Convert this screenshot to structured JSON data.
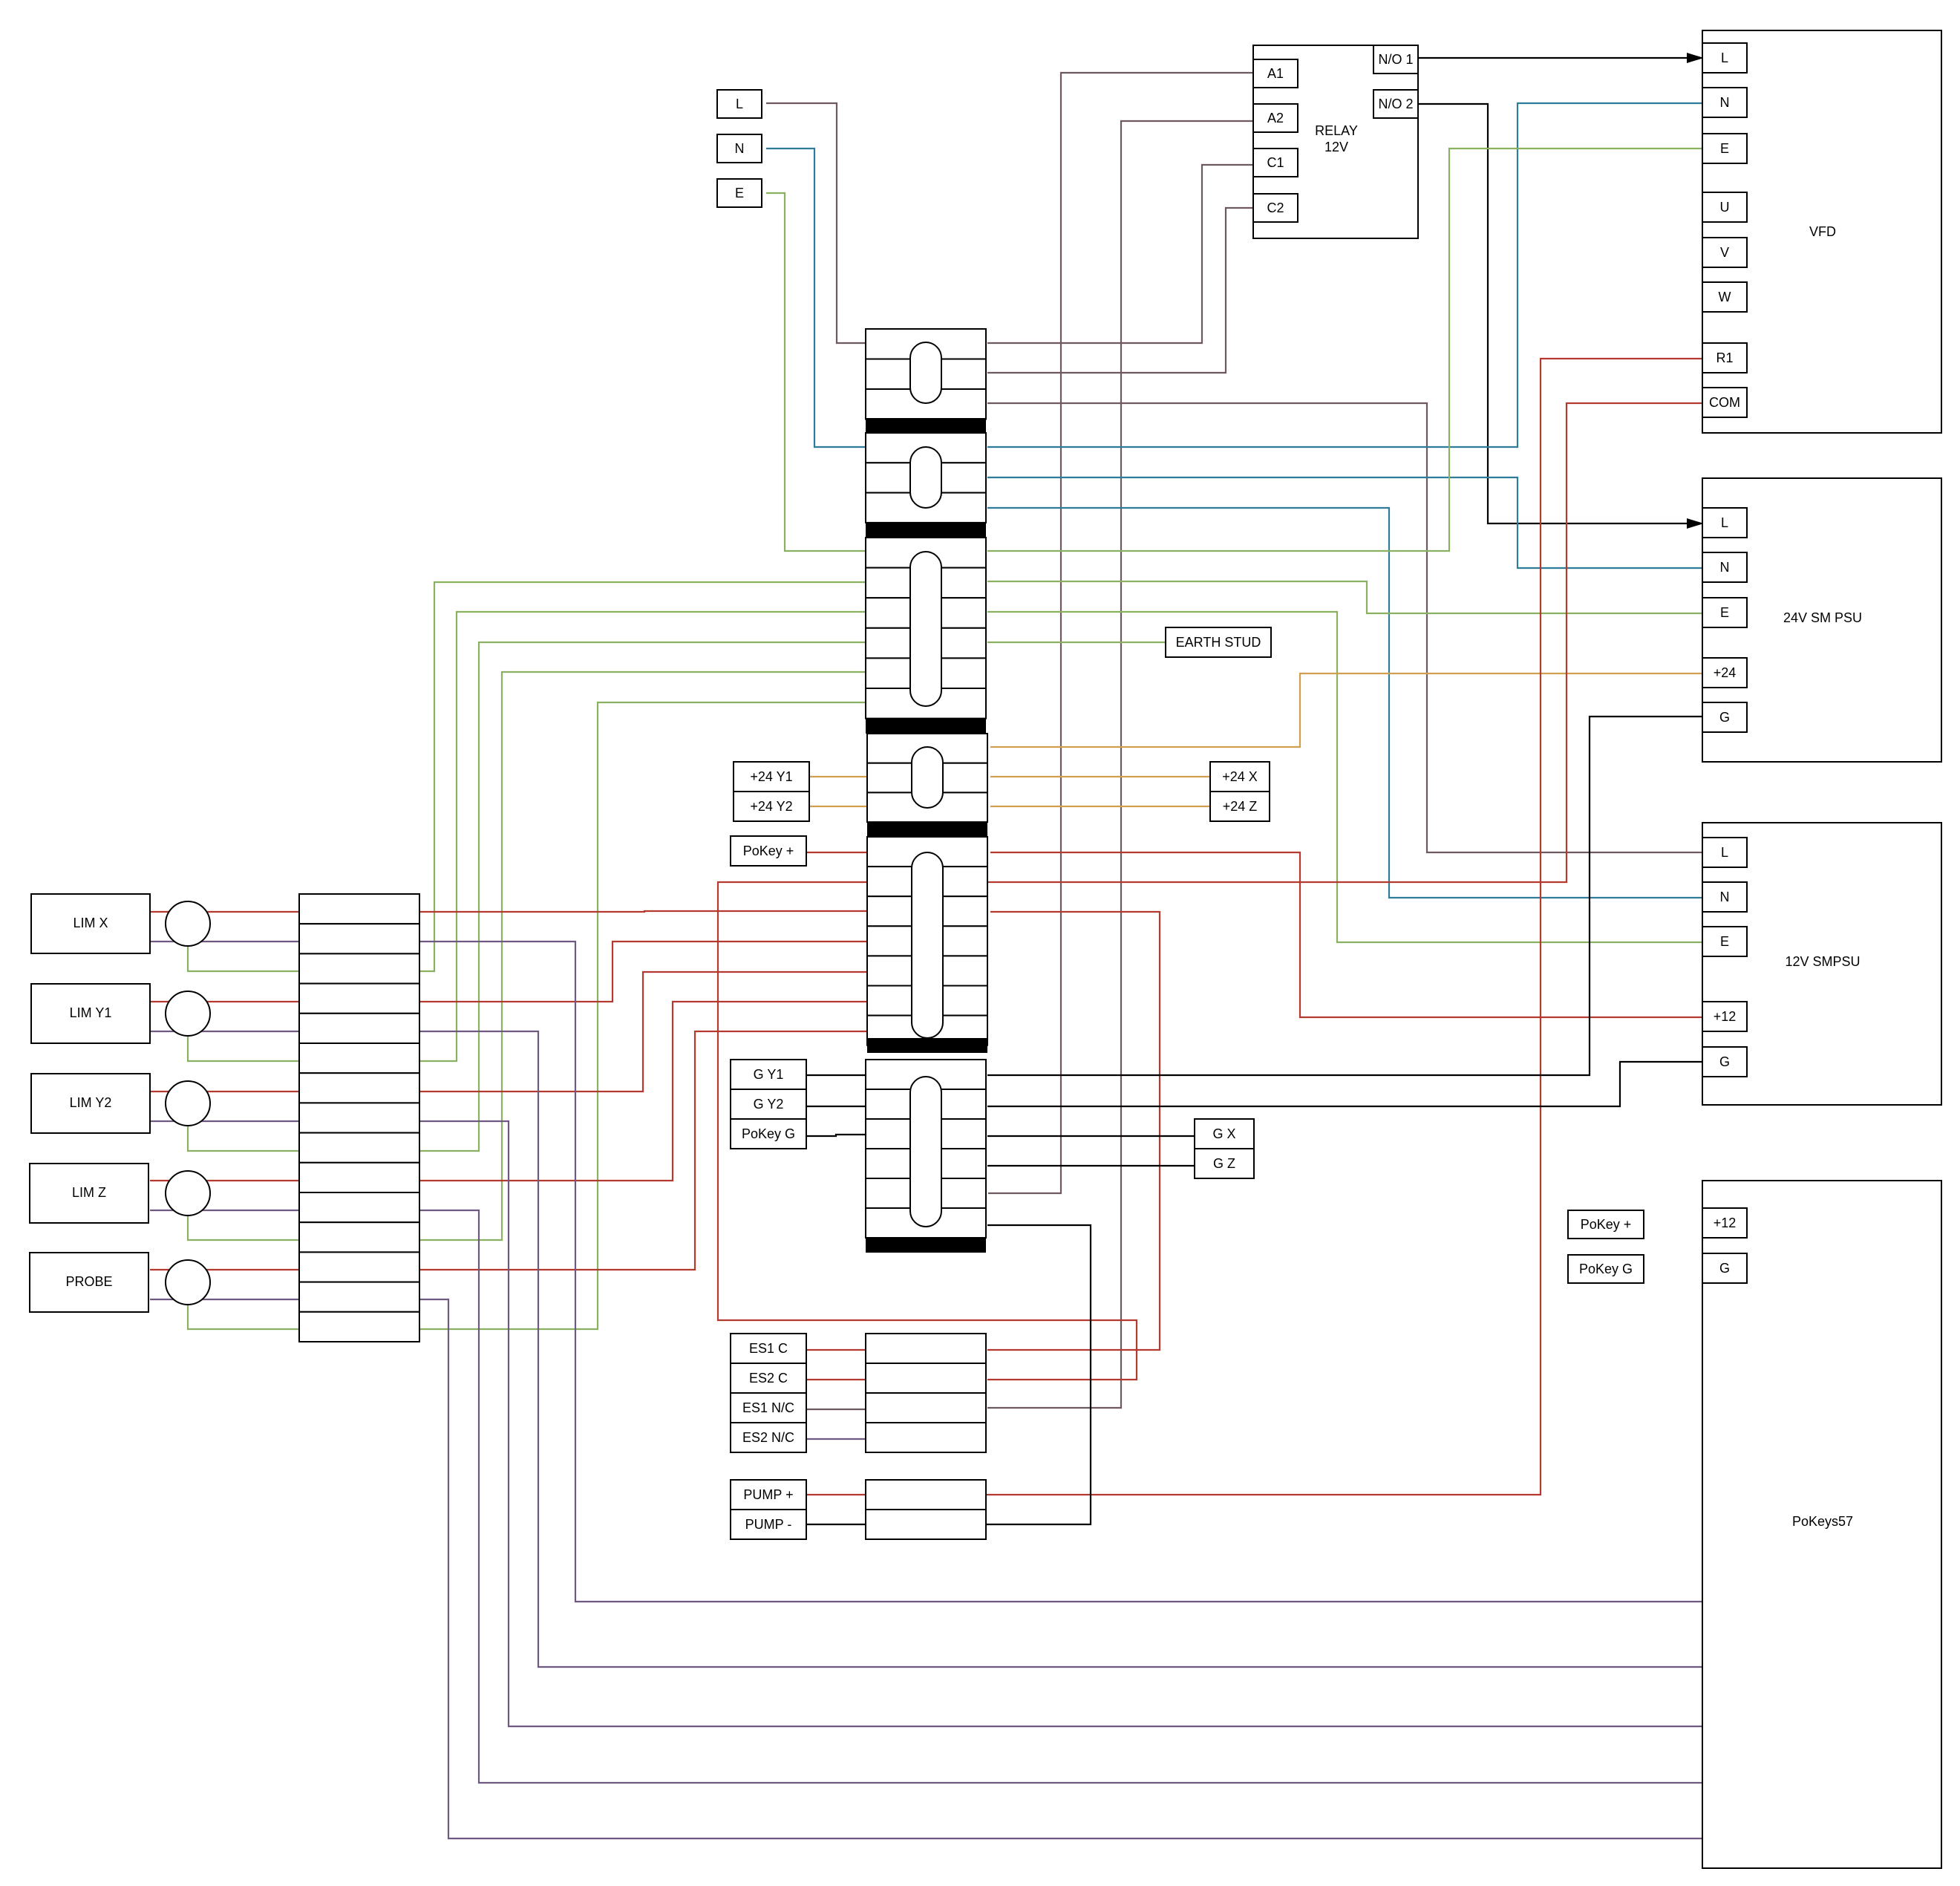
{
  "colors": {
    "live": "#6e5a5e",
    "neutral": "#2e7b9a",
    "earth": "#8ab062",
    "pos24": "#d0a050",
    "pos12": "#b43a30",
    "signal": "#6e5a80",
    "ground": "#000000"
  },
  "mains": {
    "l": "L",
    "n": "N",
    "e": "E"
  },
  "relay": {
    "title_line1": "RELAY",
    "title_line2": "12V",
    "a1": "A1",
    "a2": "A2",
    "c1": "C1",
    "c2": "C2",
    "no1": "N/O 1",
    "no2": "N/O 2"
  },
  "vfd": {
    "title": "VFD",
    "pins": [
      "L",
      "N",
      "E",
      "U",
      "V",
      "W",
      "R1",
      "COM"
    ]
  },
  "psu24": {
    "title": "24V SM PSU",
    "pins": [
      "L",
      "N",
      "E",
      "+24",
      "G"
    ]
  },
  "psu12": {
    "title": "12V SMPSU",
    "pins": [
      "L",
      "N",
      "E",
      "+12",
      "G"
    ]
  },
  "pokeys": {
    "title": "PoKeys57",
    "pins": [
      "+12",
      "G"
    ],
    "labels": [
      "PoKey +",
      "PoKey G"
    ]
  },
  "earth_stud": "EARTH STUD",
  "rail_labels": {
    "pos24_y1": "+24 Y1",
    "pos24_y2": "+24 Y2",
    "pos24_x": "+24 X",
    "pos24_z": "+24 Z",
    "pokey_pos": "PoKey +",
    "g_y1": "G Y1",
    "g_y2": "G Y2",
    "pokey_g": "PoKey G",
    "g_x": "G X",
    "g_z": "G Z",
    "es1_c": "ES1 C",
    "es2_c": "ES2 C",
    "es1_nc": "ES1 N/C",
    "es2_nc": "ES2 N/C",
    "pump_pos": "PUMP +",
    "pump_neg": "PUMP -"
  },
  "sensors": [
    "LIM X",
    "LIM Y1",
    "LIM Y2",
    "LIM Z",
    "PROBE"
  ]
}
